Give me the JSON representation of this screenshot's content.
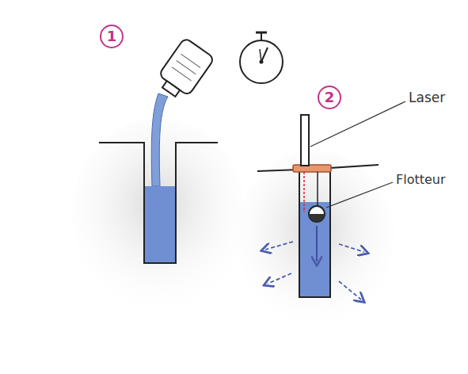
{
  "diagram": {
    "nodes": [
      {
        "text": [
          "1"
        ]
      },
      {
        "text": [
          "2"
        ]
      }
    ],
    "labels": [
      "Laser",
      "Flotteur"
    ]
  }
}
